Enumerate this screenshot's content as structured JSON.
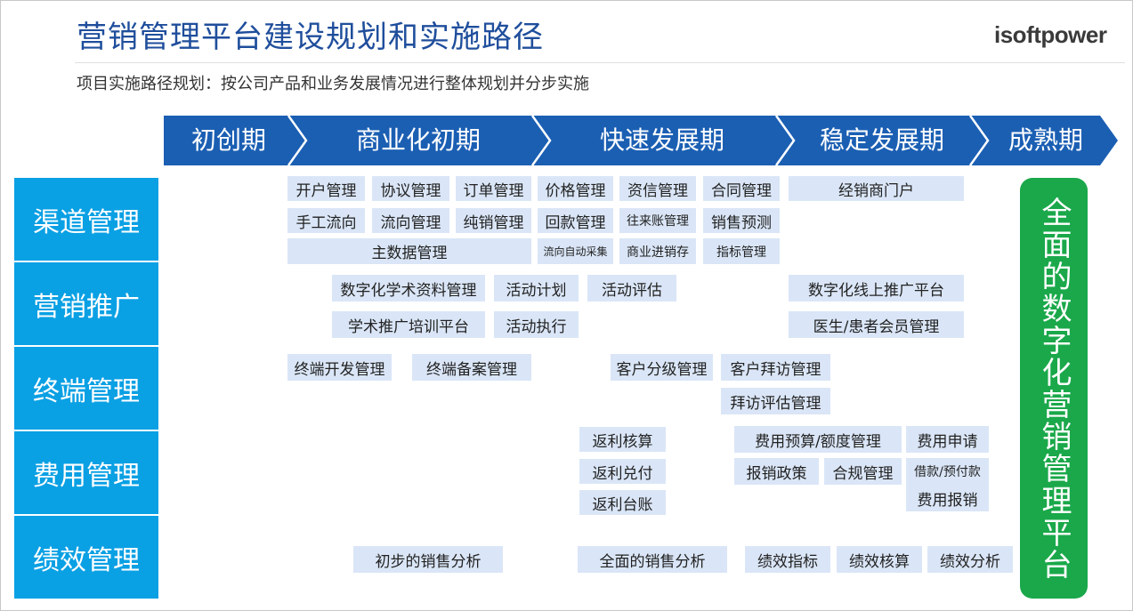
{
  "title": "营销管理平台建设规划和实施路径",
  "logo": "isoftpower",
  "subtitle": "项目实施路径规划：按公司产品和业务发展情况进行整体规划并分步实施",
  "phases": [
    "初创期",
    "商业化初期",
    "快速发展期",
    "稳定发展期",
    "成熟期"
  ],
  "rows": [
    "渠道管理",
    "营销推广",
    "终端管理",
    "费用管理",
    "绩效管理"
  ],
  "items": {
    "kaihu": "开户管理",
    "xieyi": "协议管理",
    "dingdan": "订单管理",
    "jiage": "价格管理",
    "zixin": "资信管理",
    "hetong": "合同管理",
    "jingxiaoshang": "经销商门户",
    "shougong": "手工流向",
    "liuxiang": "流向管理",
    "chunxiao": "纯销管理",
    "huikuan": "回款管理",
    "wanglai": "往来账管理",
    "yuce": "销售预测",
    "zhushuju": "主数据管理",
    "zidongcaiji": "流向自动采集",
    "jinxiaocun": "商业进销存",
    "zhibiao": "指标管理",
    "xueshuziliao": "数字化学术资料管理",
    "huodongjihua": "活动计划",
    "huodongpinggu": "活动评估",
    "xianshangtuiguang": "数字化线上推广平台",
    "peixun": "学术推广培训平台",
    "huodongzhixing": "活动执行",
    "huiyuan": "医生/患者会员管理",
    "zhongduankaifa": "终端开发管理",
    "zhongduanbeian": "终端备案管理",
    "kehufenji": "客户分级管理",
    "kehubaifang": "客户拜访管理",
    "baifangpinggu": "拜访评估管理",
    "fanlihesuan": "返利核算",
    "fanliduifu": "返利兑付",
    "fanlitaizhang": "返利台账",
    "feiyongyusuan": "费用预算/额度管理",
    "feiyongshenqing": "费用申请",
    "baoxiaozhengce": "报销政策",
    "heguiguanli": "合规管理",
    "jiekuan": "借款/预付款",
    "feiyongbaoxiao": "费用报销",
    "chubufenxi": "初步的销售分析",
    "quanmianfenxi": "全面的销售分析",
    "jixiaozhibiao": "绩效指标",
    "jixiaohesuan": "绩效核算",
    "jixiaofenxi": "绩效分析"
  },
  "goal": "全面的数字化营销管理平台",
  "colors": {
    "title": "#1f4e9c",
    "phase_bar": "#1b5fb3",
    "row_label": "#0aa0e4",
    "box": "#dae6f7",
    "goal": "#1aa84a"
  }
}
